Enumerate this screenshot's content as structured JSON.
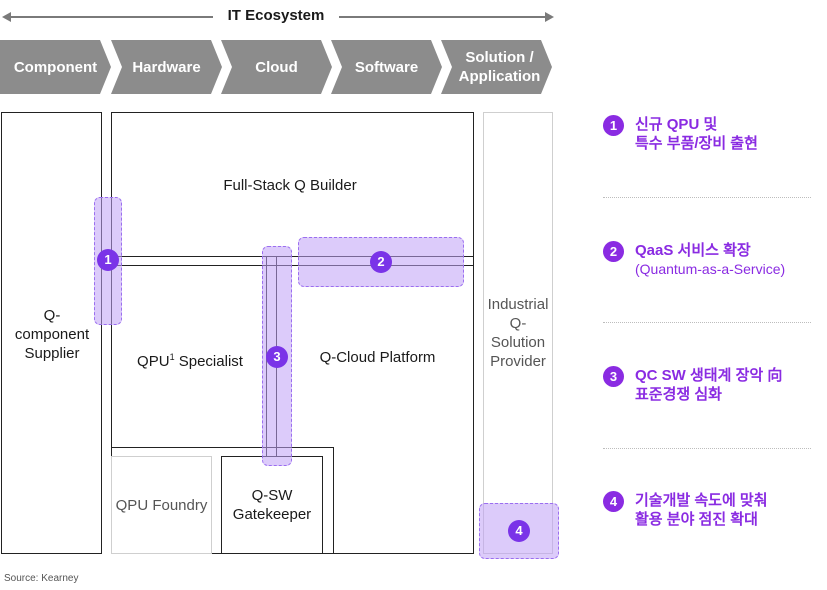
{
  "ecosystem": {
    "title": "IT Ecosystem"
  },
  "stages": [
    {
      "label": "Component"
    },
    {
      "label": "Hardware"
    },
    {
      "label": "Cloud"
    },
    {
      "label": "Software"
    },
    {
      "label": "Solution / Application"
    }
  ],
  "boxes": {
    "q_component_supplier": "Q-\ncomponent\nSupplier",
    "full_stack_builder": "Full-Stack Q Builder",
    "qpu_specialist": "QPU",
    "qpu_specialist_sup": "1",
    "qpu_specialist_rest": " Specialist",
    "q_cloud_platform": "Q-Cloud Platform",
    "qpu_foundry": "QPU Foundry",
    "q_sw_gatekeeper": "Q-SW\nGatekeeper",
    "industrial_provider": "Industrial\nQ-\nSolution\nProvider"
  },
  "markers": [
    "1",
    "2",
    "3",
    "4"
  ],
  "notes": [
    {
      "num": "1",
      "line1": "신규 QPU 및",
      "line2": "특수 부품/장비 출현"
    },
    {
      "num": "2",
      "line1": "QaaS 서비스 확장",
      "line2": "(Quantum-as-a-Service)"
    },
    {
      "num": "3",
      "line1": "QC SW 생태계 장악 向",
      "line2": "표준경쟁 심화"
    },
    {
      "num": "4",
      "line1": "기술개발 속도에 맞춰",
      "line2": "활용 분야 점진 확대"
    }
  ],
  "source": "Source: Kearney",
  "colors": {
    "accent": "#8a2be2",
    "stage_bg": "#8c8c8c",
    "highlight": "#bfa0f5"
  }
}
